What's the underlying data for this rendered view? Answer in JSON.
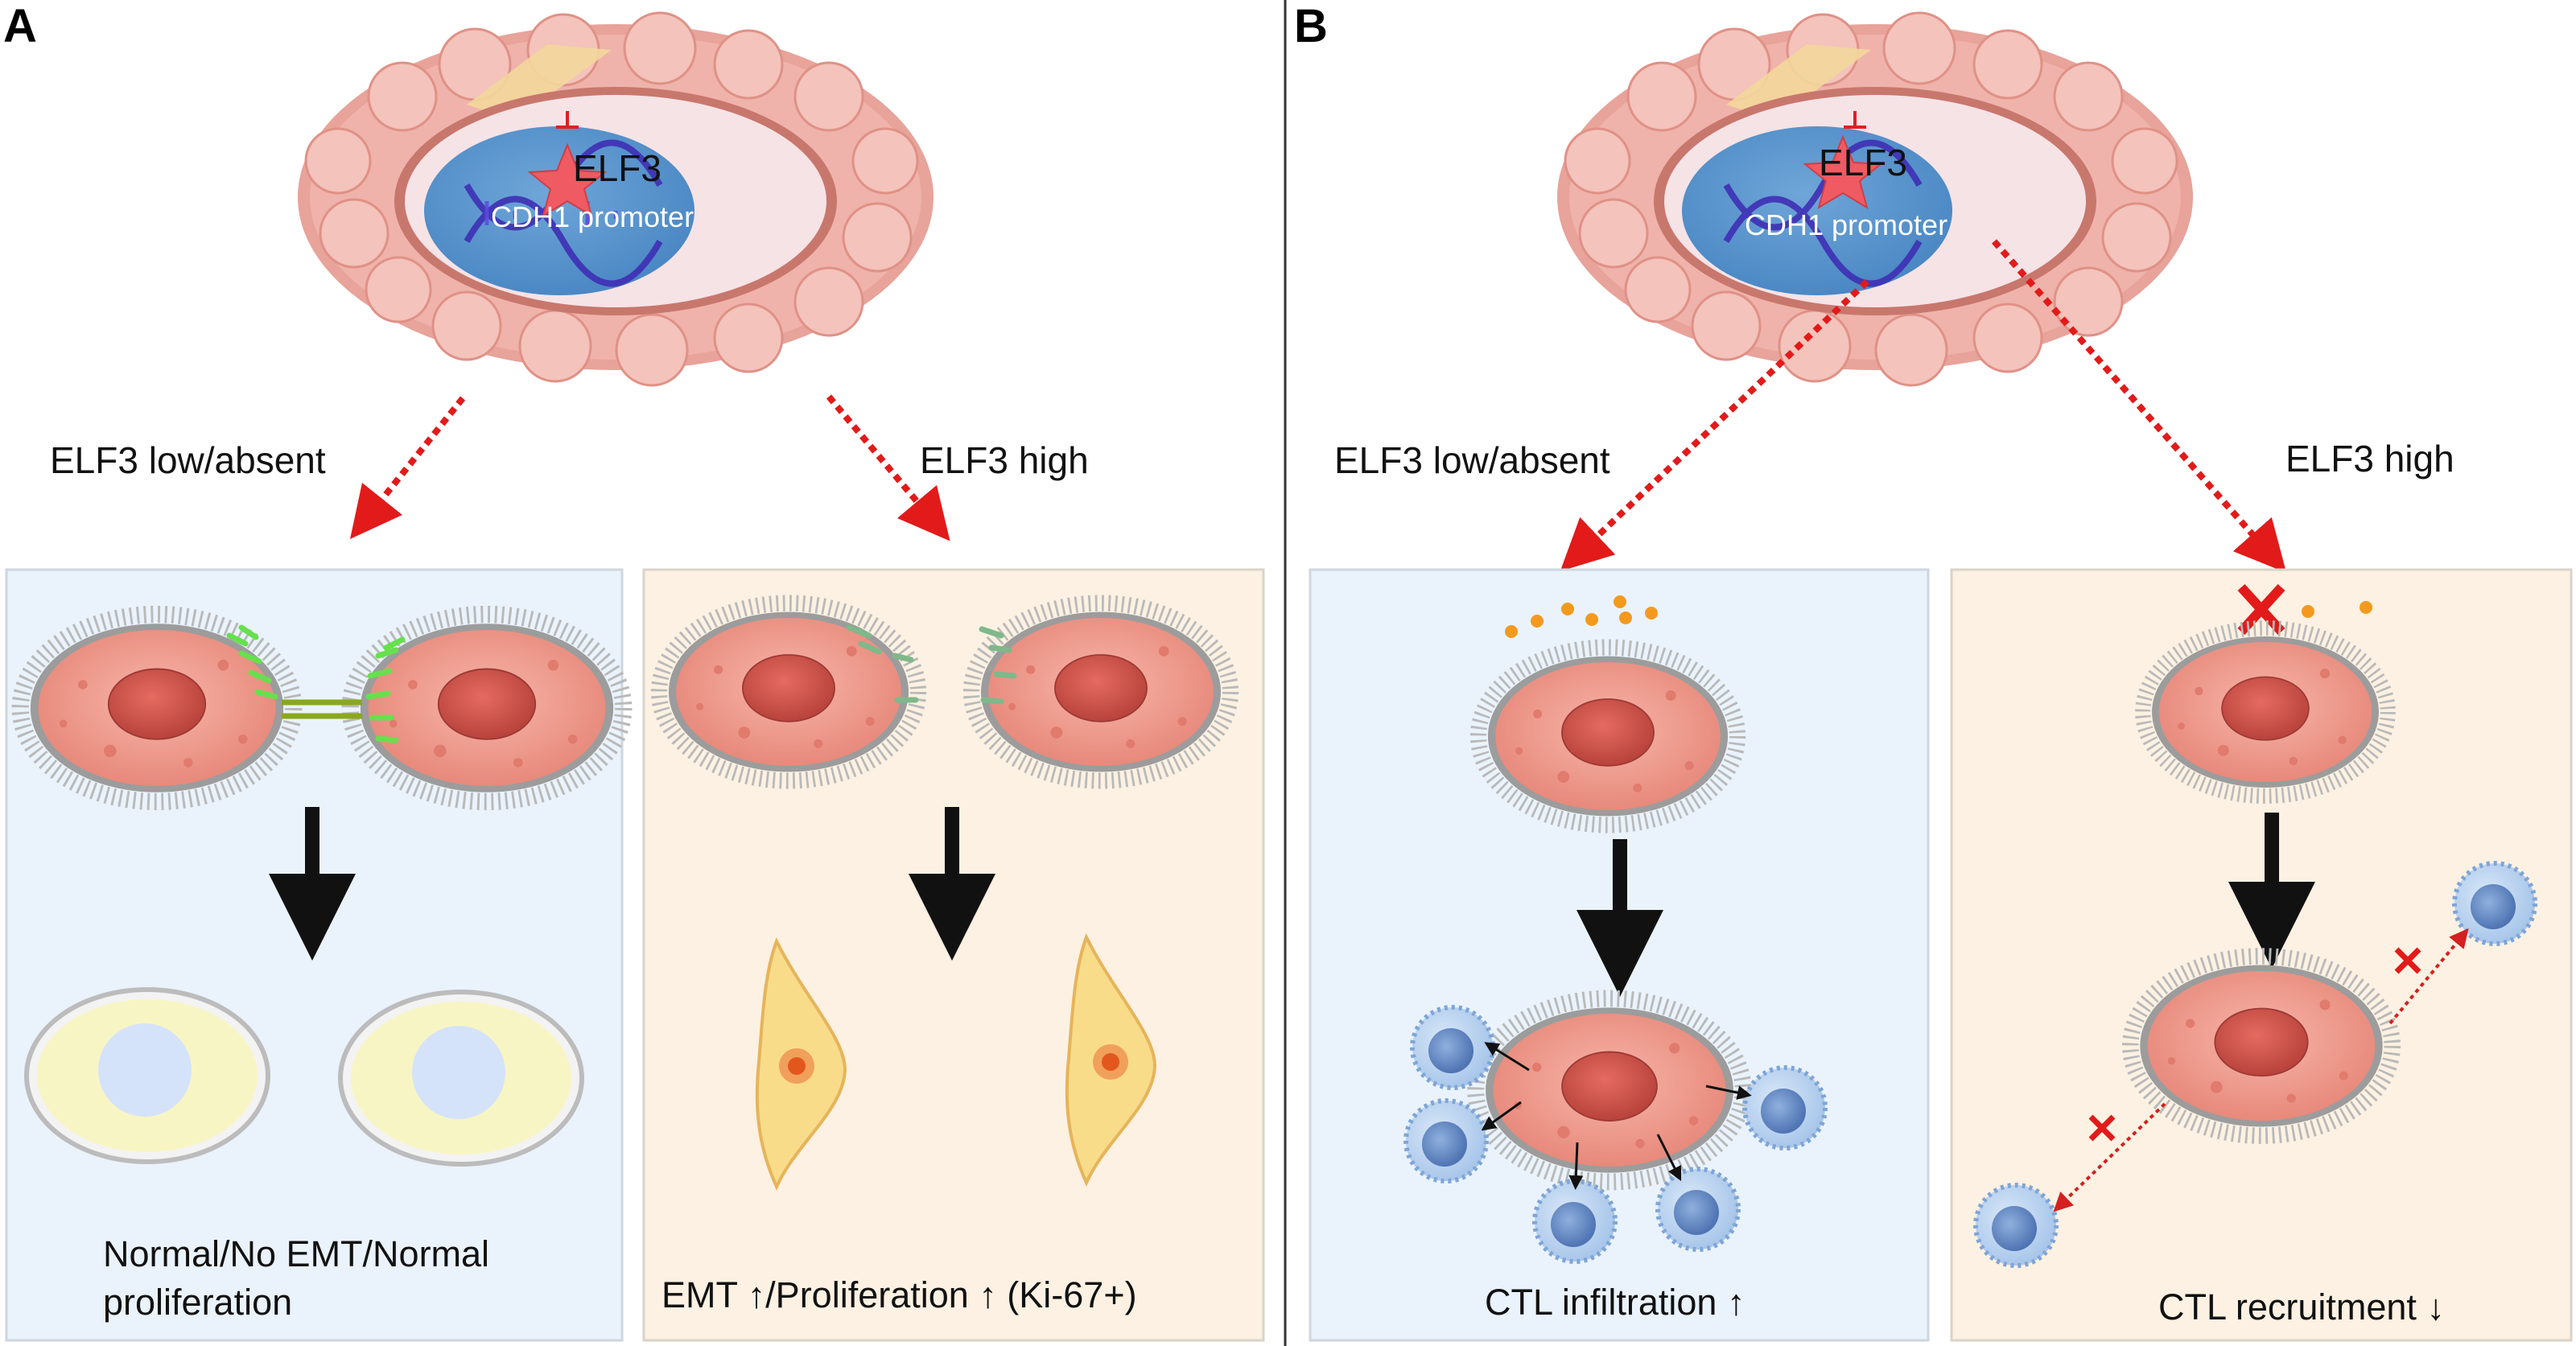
{
  "panels": [
    {
      "letter": "A",
      "gene_label": "ELF3",
      "promoter_label": "CDH1 promoter",
      "left_condition": "ELF3 low/absent",
      "right_condition": "ELF3 high",
      "left_outcome_line1": "Normal/No EMT/Normal",
      "left_outcome_line2": "proliferation",
      "right_outcome": "EMT ↑/Proliferation ↑ (Ki-67+)"
    },
    {
      "letter": "B",
      "gene_label": "ELF3",
      "promoter_label": "CDH1 promoter",
      "left_condition": "ELF3 low/absent",
      "right_condition": "ELF3 high",
      "left_outcome": "CTL infiltration ↑",
      "right_outcome": "CTL recruitment ↓"
    }
  ],
  "colors": {
    "low_box": "#eaf3fc",
    "high_box": "#fcf1e2",
    "arrow_red": "#e21a1a",
    "cell_pink": "#f2a497",
    "nucleus": "#c95048",
    "tcell": "#6d93c9",
    "cytokine": "#f39a1e"
  }
}
